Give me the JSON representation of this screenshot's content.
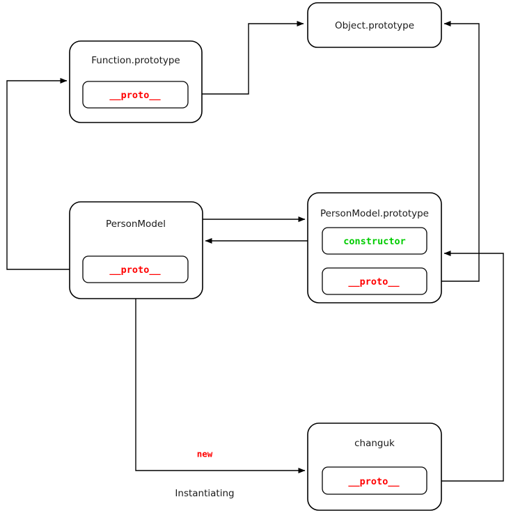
{
  "diagram": {
    "title": "JavaScript prototype chain diagram",
    "colors": {
      "proto_text": "#ff0000",
      "constructor_text": "#00cc00",
      "node_border": "#000000",
      "background": "#ffffff",
      "label_new": "#ff0000",
      "caption": "#1a1a1a"
    },
    "nodes": [
      {
        "id": "object-prototype",
        "title": "Object.prototype",
        "slots": []
      },
      {
        "id": "function-prototype",
        "title": "Function.prototype",
        "slots": [
          {
            "id": "function-prototype-proto",
            "label": "__proto__",
            "kind": "proto"
          }
        ]
      },
      {
        "id": "person-model",
        "title": "PersonModel",
        "slots": [
          {
            "id": "person-model-proto",
            "label": "__proto__",
            "kind": "proto"
          }
        ]
      },
      {
        "id": "person-model-prototype",
        "title": "PersonModel.prototype",
        "slots": [
          {
            "id": "person-model-prototype-constructor",
            "label": "constructor",
            "kind": "constructor"
          },
          {
            "id": "person-model-prototype-proto",
            "label": "__proto__",
            "kind": "proto"
          }
        ]
      },
      {
        "id": "changuk",
        "title": "changuk",
        "slots": [
          {
            "id": "changuk-proto",
            "label": "__proto__",
            "kind": "proto"
          }
        ]
      }
    ],
    "edge_labels": [
      {
        "id": "new-label",
        "text": "new"
      },
      {
        "id": "instantiating-caption",
        "text": "Instantiating"
      }
    ],
    "edges": [
      {
        "id": "edge-function-proto-to-object-prototype",
        "from": "function-prototype-proto",
        "to": "object-prototype"
      },
      {
        "id": "edge-person-model-proto-to-function-prototype",
        "from": "person-model-proto",
        "to": "function-prototype"
      },
      {
        "id": "edge-person-model-to-person-model-prototype",
        "from": "person-model",
        "to": "person-model-prototype"
      },
      {
        "id": "edge-constructor-to-person-model",
        "from": "person-model-prototype-constructor",
        "to": "person-model"
      },
      {
        "id": "edge-person-model-prototype-proto-to-object-prototype",
        "from": "person-model-prototype-proto",
        "to": "object-prototype"
      },
      {
        "id": "edge-changuk-proto-to-person-model-prototype",
        "from": "changuk-proto",
        "to": "person-model-prototype"
      },
      {
        "id": "edge-person-model-to-changuk",
        "from": "person-model",
        "to": "changuk",
        "label": "new",
        "caption": "Instantiating"
      }
    ]
  }
}
